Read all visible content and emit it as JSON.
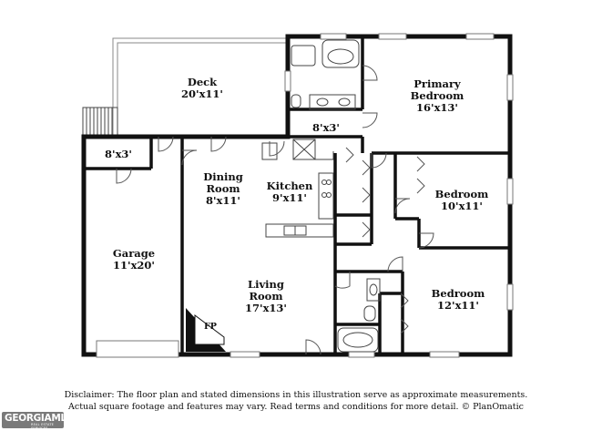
{
  "rooms": {
    "deck": {
      "name": "Deck",
      "dim": "20'x11'"
    },
    "primary_bedroom": {
      "name1": "Primary",
      "name2": "Bedroom",
      "dim": "16'x13'"
    },
    "hall": {
      "dim": "8'x3'"
    },
    "storage": {
      "dim": "8'x3'"
    },
    "dining": {
      "name1": "Dining",
      "name2": "Room",
      "dim": "8'x11'"
    },
    "kitchen": {
      "name": "Kitchen",
      "dim": "9'x11'"
    },
    "bedroom2": {
      "name": "Bedroom",
      "dim": "10'x11'"
    },
    "garage": {
      "name": "Garage",
      "dim": "11'x20'"
    },
    "living": {
      "name1": "Living",
      "name2": "Room",
      "dim": "17'x13'"
    },
    "bedroom3": {
      "name": "Bedroom",
      "dim": "12'x11'"
    },
    "fireplace": {
      "label": "FP"
    }
  },
  "disclaimer": {
    "line1": "Disclaimer: The floor plan and stated dimensions in this illustration serve as approximate measurements.",
    "line2": "Actual square footage and features may vary. Read terms and conditions for more detail. © PlanOmatic"
  },
  "logo": {
    "text": "GEORGIAMLS",
    "tagline": "REAL ESTATE SERVICES"
  }
}
